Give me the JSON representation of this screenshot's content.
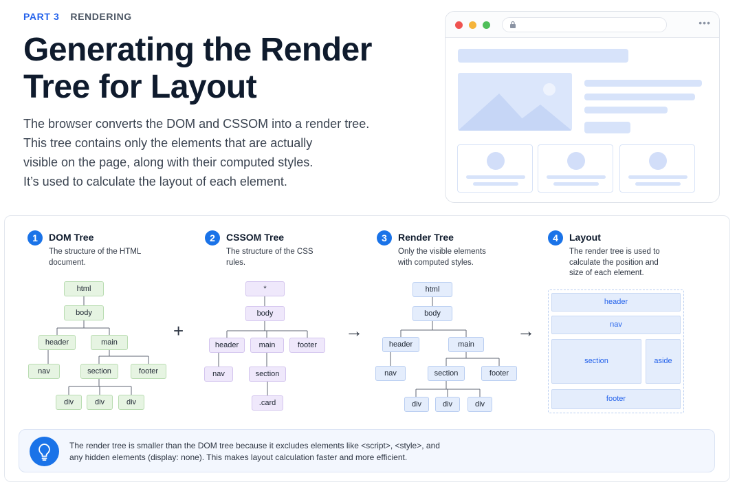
{
  "header": {
    "part": "PART 3",
    "section": "RENDERING",
    "title_line1": "Generating the Render",
    "title_line2": "Tree for Layout",
    "intro": [
      "The browser converts the DOM and CSSOM into a render tree.",
      "This tree contains only the elements that are actually",
      "visible on the page, along with their computed styles.",
      "It’s used to calculate the layout of each element."
    ]
  },
  "steps": [
    {
      "num": "1",
      "title": "DOM Tree",
      "desc": [
        "The structure of the HTML",
        "document."
      ]
    },
    {
      "num": "2",
      "title": "CSSOM Tree",
      "desc": [
        "The structure of the CSS",
        "rules."
      ]
    },
    {
      "num": "3",
      "title": "Render Tree",
      "desc": [
        "Only the visible elements",
        "with computed styles."
      ]
    },
    {
      "num": "4",
      "title": "Layout",
      "desc": [
        "The render tree is used to",
        "calculate the position and",
        "size of each element."
      ]
    }
  ],
  "dom_tree": {
    "html": "html",
    "body": "body",
    "header": "header",
    "main": "main",
    "nav": "nav",
    "section": "section",
    "footer": "footer",
    "div1": "div",
    "div2": "div",
    "div3": "div"
  },
  "cssom_tree": {
    "root": "*",
    "body": "body",
    "header": "header",
    "main": "main",
    "footer": "footer",
    "nav": "nav",
    "section": "section",
    "card": ".card"
  },
  "render_tree": {
    "html": "html",
    "body": "body",
    "header": "header",
    "main": "main",
    "nav": "nav",
    "section": "section",
    "footer": "footer",
    "div1": "div",
    "div2": "div",
    "div3": "div"
  },
  "layout": {
    "header": "header",
    "nav": "nav",
    "section": "section",
    "aside": "aside",
    "footer": "footer"
  },
  "operators": {
    "plus": "+",
    "arrow": "→"
  },
  "note": [
    "The render tree is smaller than the DOM tree because it excludes elements like <script>, <style>, and",
    "any hidden elements (display: none). This makes layout calculation faster and more efficient."
  ],
  "icons": {
    "browser_lock": "lock-icon",
    "browser_menu": "more-horizontal-icon",
    "note": "lightbulb-icon"
  },
  "colors": {
    "accent": "#1a73e8",
    "dom": "#e6f4e2",
    "cssom": "#efe8fb",
    "render": "#e4edfc"
  }
}
